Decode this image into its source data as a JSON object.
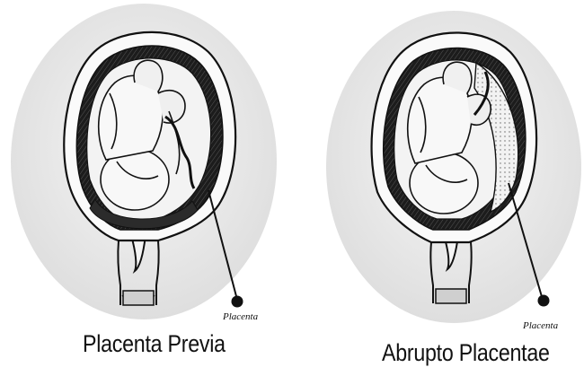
{
  "figures": [
    {
      "title": "Placenta Previa",
      "callout": "Placenta"
    },
    {
      "title": "Abrupto Placentae",
      "callout": "Placenta"
    }
  ],
  "colors": {
    "oval_fill": "#e9e9e9",
    "ink": "#111111",
    "placenta_fill": "#2b2b2b"
  },
  "icons": {
    "left": "uterus-fetus-placenta-low-lying-illustration",
    "right": "uterus-fetus-placenta-detached-illustration"
  }
}
